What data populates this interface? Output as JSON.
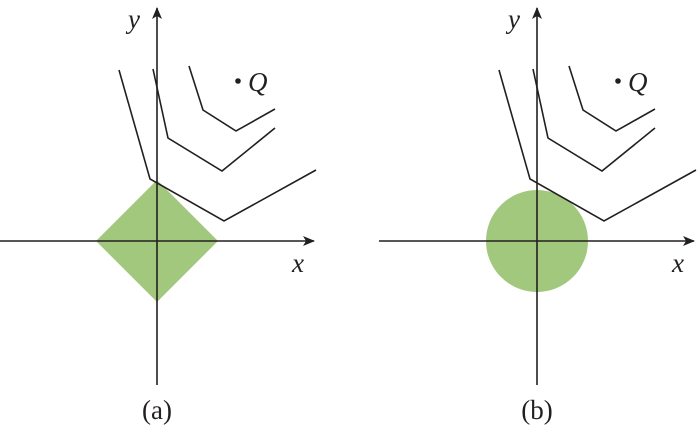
{
  "panels": [
    {
      "caption": "(a)",
      "x_axis_label": "x",
      "y_axis_label": "y",
      "point_label": "Q",
      "constraint_region_shape": "diamond",
      "constraint_color": "#a1c87d"
    },
    {
      "caption": "(b)",
      "x_axis_label": "x",
      "y_axis_label": "y",
      "point_label": "Q",
      "constraint_region_shape": "circle",
      "constraint_color": "#a1c87d"
    }
  ],
  "line_color": "#231f20"
}
